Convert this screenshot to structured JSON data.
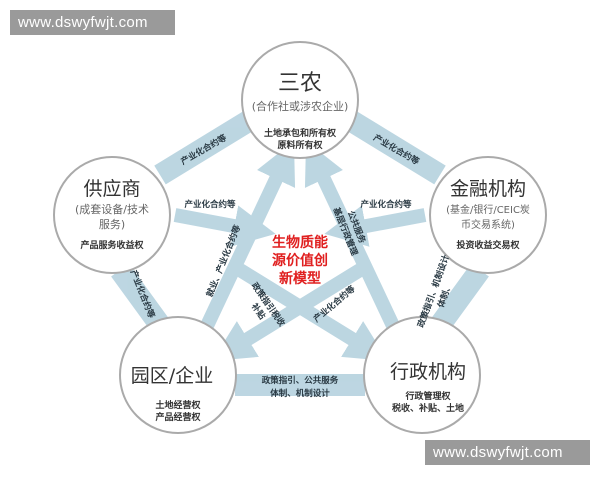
{
  "watermark": "www.dswyfwjt.com",
  "colors": {
    "band": "#b9d4e0",
    "circle_stroke": "#aaaaaa",
    "center_text": "#e02020",
    "text": "#333333"
  },
  "center": {
    "lines": [
      "生物质能",
      "源价值创",
      "新模型"
    ]
  },
  "nodes": {
    "sannong": {
      "title": "三农",
      "sub": [
        "(合作社或涉农企业)"
      ],
      "rights": [
        "土地承包和所有权",
        "原料所有权"
      ]
    },
    "supplier": {
      "title": "供应商",
      "sub": [
        "(成套设备/技术",
        "服务)"
      ],
      "rights": [
        "产品服务收益权"
      ]
    },
    "finance": {
      "title": "金融机构",
      "sub": [
        "(基金/银行/CEIC炭",
        "币交易系统)"
      ],
      "rights": [
        "投资收益交易权"
      ]
    },
    "park": {
      "title": "园区/企业",
      "sub": [],
      "rights": [
        "土地经营权",
        "产品经营权"
      ]
    },
    "admin": {
      "title": "行政机构",
      "sub": [],
      "rights": [
        "行政管理权",
        "税收、补贴、土地"
      ]
    }
  },
  "edges": {
    "sannong_supplier": "产业化合约等",
    "sannong_finance": "产业化合约等",
    "supplier_center": "产业化合约等",
    "finance_center": "产业化合约等",
    "supplier_park": "产业化合约等",
    "finance_admin": [
      "政策指引、机制设计",
      "体制、"
    ],
    "park_admin": [
      "政策指引、公共服务",
      "体制、机制设计"
    ],
    "park_sannong": "就业、产业化合约等",
    "admin_sannong": [
      "公共服务",
      "基层行政管理"
    ],
    "park_center": [
      "政策指引税收",
      "补贴"
    ],
    "admin_center": "产业化合约等"
  }
}
